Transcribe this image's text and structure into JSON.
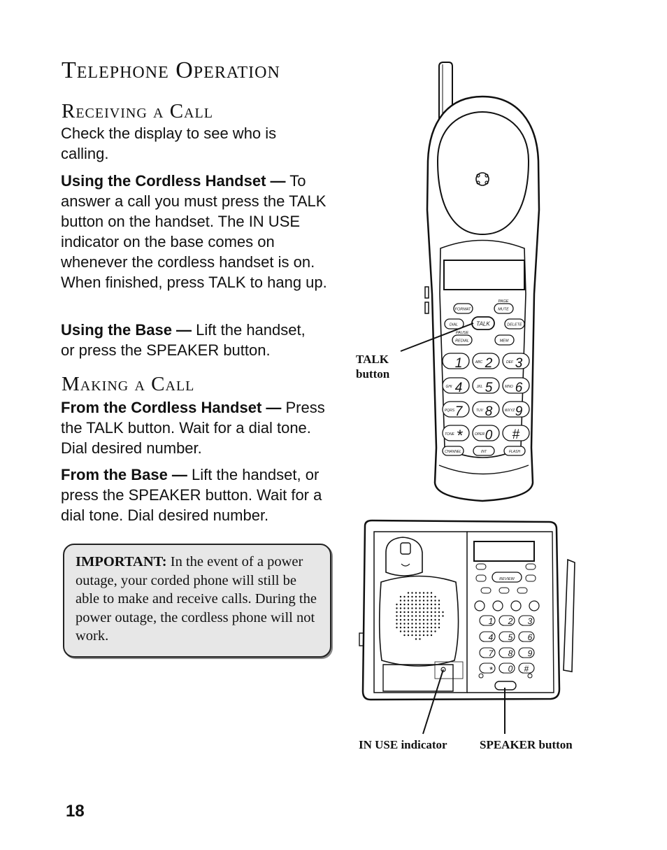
{
  "page_title": "Telephone Operation",
  "receiving": {
    "heading": "Receiving a Call",
    "intro": "Check the display to see who is calling.",
    "cordless_lead": "Using the Cordless Handset —",
    "cordless_text": " To answer a call you must press the TALK button on the handset. The IN USE indicator on the base comes on whenever the cordless handset is on. When finished, press TALK to hang up.",
    "base_lead": "Using the Base —",
    "base_text": " Lift the handset, or press the SPEAKER button."
  },
  "making": {
    "heading": "Making a Call",
    "cordless_lead": "From the Cordless Handset —",
    "cordless_text": " Press the TALK button. Wait for a dial tone. Dial desired number.",
    "base_lead": "From the Base —",
    "base_text": " Lift the handset, or press the SPEAKER button. Wait for a dial tone. Dial desired number."
  },
  "important": {
    "lead": "IMPORTANT:",
    "text": " In the event of a power outage, your corded phone will still be able to make and receive calls. During the power outage, the cordless phone will not work."
  },
  "callouts": {
    "talk_line1": "TALK",
    "talk_line2": "button",
    "in_use": "IN USE indicator",
    "speaker": "SPEAKER button"
  },
  "handset_keys": {
    "format": "FORMAT",
    "page": "PAGE",
    "mute": "MUTE",
    "dial": "DIAL",
    "talk": "TALK",
    "delete": "DELETE",
    "pause": "PAUSE",
    "redial": "REDIAL",
    "mem": "MEM",
    "abc": "ABC",
    "def": "DEF",
    "ghi": "GHI",
    "jkl": "JKL",
    "mno": "MNO",
    "pqrs": "PQRS",
    "tuv": "TUV",
    "wxyz": "WXYZ",
    "tone": "TONE",
    "oper": "OPER",
    "channel": "CHANNEL",
    "int": "INT",
    "flash": "FLASH",
    "d1": "1",
    "d2": "2",
    "d3": "3",
    "d4": "4",
    "d5": "5",
    "d6": "6",
    "d7": "7",
    "d8": "8",
    "d9": "9",
    "d0": "0",
    "star": "*",
    "hash": "#"
  },
  "base_keys": {
    "review": "REVIEW",
    "d1": "1",
    "d2": "2",
    "d3": "3",
    "d4": "4",
    "d5": "5",
    "d6": "6",
    "d7": "7",
    "d8": "8",
    "d9": "9",
    "d0": "0",
    "star": "*",
    "hash": "#"
  },
  "page_number": "18"
}
